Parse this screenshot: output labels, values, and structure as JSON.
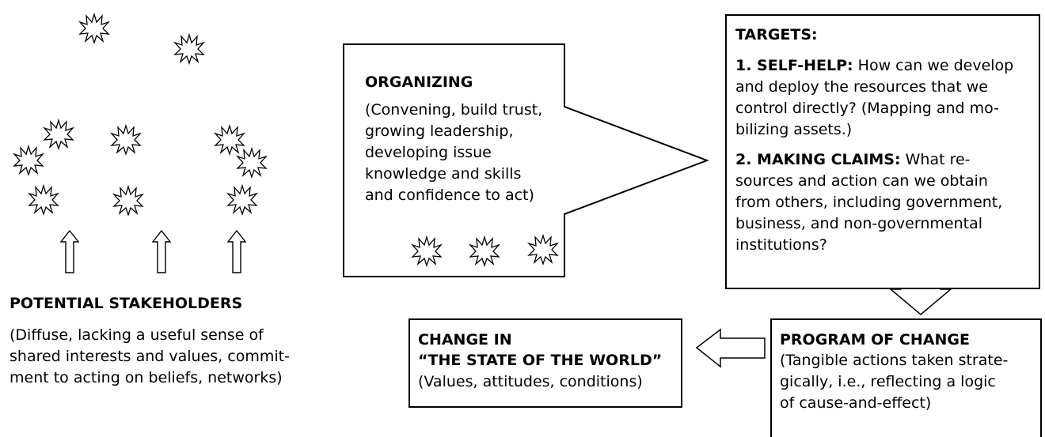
{
  "stakeholders": {
    "title": "POTENTIAL STAKEHOLDERS",
    "desc": [
      "(Diffuse, lacking a useful sense of",
      "shared interests and values, commit-",
      "ment to acting on beliefs, networks)"
    ]
  },
  "organizing": {
    "title": "ORGANIZING",
    "desc": [
      "(Convening, build trust,",
      "growing leadership,",
      "developing issue",
      "knowledge and skills",
      "and confidence to act)"
    ]
  },
  "targets": {
    "title": "TARGETS:",
    "self_help_label": "1. SELF-HELP:",
    "self_help_lines": [
      " How can we develop",
      "and deploy the resources that we",
      "control directly? (Mapping and mo-",
      "bilizing assets.)"
    ],
    "claims_label": "2. MAKING CLAIMS:",
    "claims_lines": [
      " What re-",
      "sources and action can we obtain",
      "from others, including government,",
      "business, and non-governmental",
      "institutions?"
    ]
  },
  "program": {
    "title": "PROGRAM OF CHANGE",
    "desc": [
      "(Tangible actions taken strate-",
      "gically, i.e., reflecting a logic",
      "of cause-and-effect)"
    ]
  },
  "change": {
    "title_1": "CHANGE IN",
    "title_2": "“THE STATE OF THE WORLD”",
    "desc": "(Values, attitudes, conditions)"
  },
  "colors": {
    "stroke": "#000000",
    "fill": "#ffffff"
  },
  "icons": [
    "starburst-icon",
    "up-arrow-icon",
    "right-arrow-icon",
    "down-arrow-icon",
    "left-arrow-icon"
  ]
}
